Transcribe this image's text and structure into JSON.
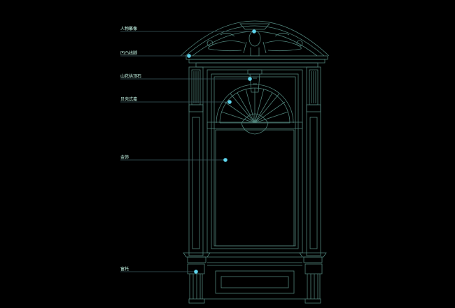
{
  "labels": [
    {
      "id": "figure-statue",
      "text": "人物雕像"
    },
    {
      "id": "moulding",
      "text": "凹凸线脚"
    },
    {
      "id": "keystone",
      "text": "山花拱顶石"
    },
    {
      "id": "shell-niche",
      "text": "贝壳式龛"
    },
    {
      "id": "frame-ornament",
      "text": "金饰"
    },
    {
      "id": "window-bracket",
      "text": "窗托"
    }
  ],
  "colors": {
    "line": "#4f8279",
    "leader": "#3c5a60",
    "dot": "#5fd6ef",
    "text": "#cfeeee"
  }
}
